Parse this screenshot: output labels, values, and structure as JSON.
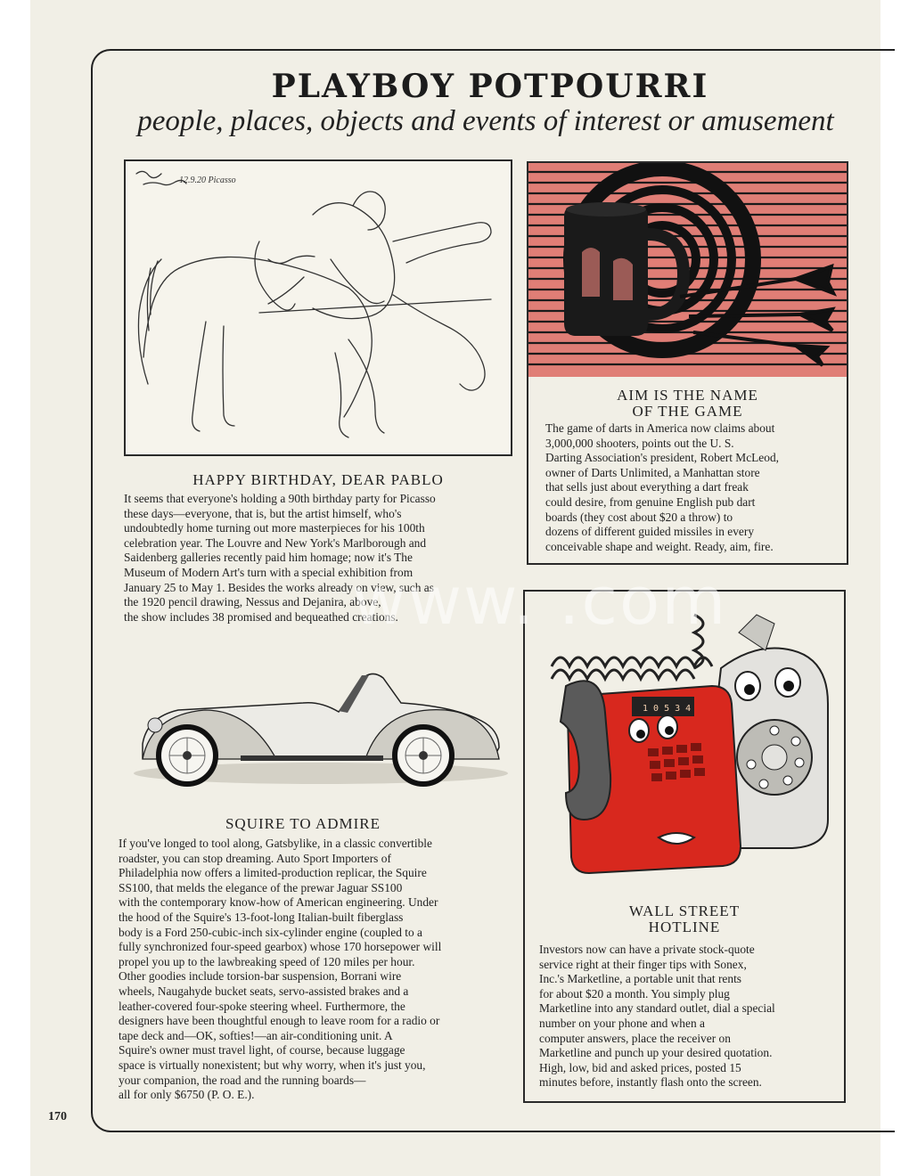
{
  "page": {
    "title": "PLAYBOY POTPOURRI",
    "subtitle": "people, places, objects and events of interest or amusement",
    "page_number": "170",
    "watermark": "www.  .com"
  },
  "articles": {
    "pablo": {
      "heading": "HAPPY BIRTHDAY, DEAR PABLO",
      "drawing_signature": "12.9.20 Picasso",
      "body": "It seems that everyone's holding a 90th birthday party for Picasso\nthese days—everyone, that is, but the artist himself, who's\nundoubtedly home turning out more masterpieces for his 100th\ncelebration year. The Louvre and New York's Marlborough and\nSaidenberg galleries recently paid him homage; now it's The\nMuseum of Modern Art's turn with a special exhibition from\nJanuary 25 to May 1. Besides the works already on view, such as\nthe 1920 pencil drawing, Nessus and Dejanira, above,\nthe show includes 38 promised and bequeathed creations."
    },
    "darts": {
      "heading": "AIM IS THE NAME\nOF THE GAME",
      "body": "The game of darts in America now claims about\n3,000,000 shooters, points out the U. S.\nDarting Association's president, Robert McLeod,\nowner of Darts Unlimited, a Manhattan store\nthat sells just about everything a dart freak\ncould desire, from genuine English pub dart\nboards (they cost about $20 a throw) to\ndozens of different guided missiles in every\nconceivable shape and weight. Ready, aim, fire."
    },
    "squire": {
      "heading": "SQUIRE TO ADMIRE",
      "body": "If you've longed to tool along, Gatsbylike, in a classic convertible\nroadster, you can stop dreaming. Auto Sport Importers of\nPhiladelphia now offers a limited-production replicar, the Squire\nSS100, that melds the elegance of the prewar Jaguar SS100\nwith the contemporary know-how of American engineering. Under\nthe hood of the Squire's 13-foot-long Italian-built fiberglass\nbody is a Ford 250-cubic-inch six-cylinder engine (coupled to a\nfully synchronized four-speed gearbox) whose 170 horsepower will\npropel you up to the lawbreaking speed of 120 miles per hour.\nOther goodies include torsion-bar suspension, Borrani wire\nwheels, Naugahyde bucket seats, servo-assisted brakes and a\nleather-covered four-spoke steering wheel. Furthermore, the\ndesigners have been thoughtful enough to leave room for a radio or\ntape deck and—OK, softies!—an air-conditioning unit. A\nSquire's owner must travel light, of course, because luggage\nspace is virtually nonexistent; but why worry, when it's just you,\nyour companion, the road and the running boards—\nall for only $6750 (P. O. E.)."
    },
    "hotline": {
      "heading": "WALL STREET\nHOTLINE",
      "phone_display": "1 0 5 3 4",
      "body": "Investors now can have a private stock-quote\nservice right at their finger tips with Sonex,\nInc.'s Marketline, a portable unit that rents\nfor about $20 a month. You simply plug\nMarketline into any standard outlet, dial a special\nnumber on your phone and when a\ncomputer answers, place the receiver on\nMarketline and punch up your desired quotation.\nHigh, low, bid and asked prices, posted 15\nminutes before, instantly flash onto the screen."
    }
  },
  "colors": {
    "paper": "#f1efe6",
    "ink": "#1a1a1a",
    "dart_red": "#e07e76",
    "phone_red": "#d8281e"
  }
}
